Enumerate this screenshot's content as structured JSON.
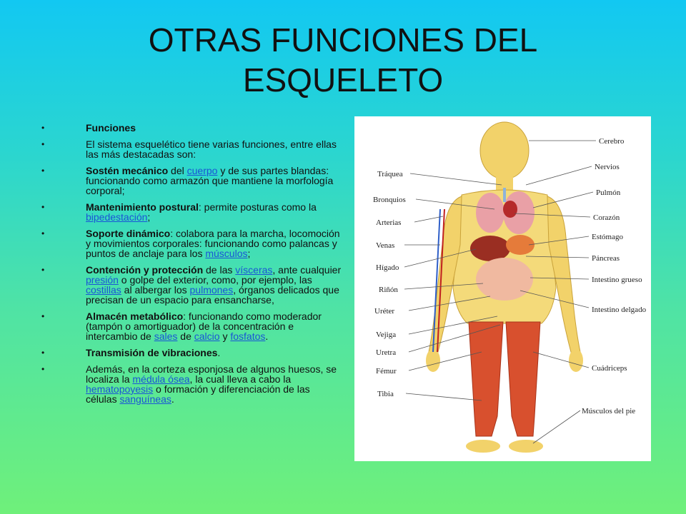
{
  "slide": {
    "title_line1": "OTRAS FUNCIONES DEL",
    "title_line2": "ESQUELETO"
  },
  "bullets": {
    "b1": {
      "bold": "Funciones"
    },
    "b2": {
      "text": "El sistema esquelético tiene varias funciones, entre ellas las más destacadas son:"
    },
    "b3": {
      "bold": "Sostén mecánico",
      "t1": " del ",
      "link1": "cuerpo",
      "t2": " y de sus partes blandas: funcionando como armazón que mantiene la morfología corporal;"
    },
    "b4": {
      "bold": "Mantenimiento postural",
      "t1": ": permite posturas como la ",
      "link1": "bipedestación",
      "t2": ";"
    },
    "b5": {
      "bold": "Soporte dinámico",
      "t1": ": colabora para la marcha, locomoción y movimientos corporales: funcionando como palancas y puntos de anclaje para los ",
      "link1": "músculos",
      "t2": ";"
    },
    "b6": {
      "bold": "Contención y protección",
      "t1": " de las ",
      "link1": "vísceras",
      "t2": ", ante cualquier ",
      "link2": "presión",
      "t3": " o golpe del exterior, como, por ejemplo, las ",
      "link3": "costillas",
      "t4": " al albergar los ",
      "link4": "pulmones",
      "t5": ", órganos delicados que precisan de un espacio para ensancharse,"
    },
    "b7": {
      "bold": "Almacén metabólico",
      "t1": ": funcionando como moderador (tampón o amortiguador) de la concentración e intercambio de ",
      "link1": "sales",
      "t2": " de ",
      "link2": "calcio",
      "t3": " y ",
      "link3": "fosfatos",
      "t4": "."
    },
    "b8": {
      "bold": "Transmisión de vibraciones",
      "t1": "."
    },
    "b9": {
      "t1": "Además, en la corteza esponjosa de algunos huesos, se localiza la ",
      "link1": "médula ósea",
      "t2": ", la cual lleva a cabo la ",
      "link2": "hematopoyesis",
      "t3": " o formación y diferenciación de las células ",
      "link3": "sanguíneas",
      "t4": "."
    }
  },
  "figure": {
    "labels_left": [
      "Tráquea",
      "Bronquios",
      "Arterias",
      "Venas",
      "Hígado",
      "Riñón",
      "Uréter",
      "Vejiga",
      "Uretra",
      "Fémur",
      "Tibia"
    ],
    "labels_right": [
      "Cerebro",
      "Nervios",
      "Pulmón",
      "Corazón",
      "Estómago",
      "Páncreas",
      "Intestino grueso",
      "Intestino delgado",
      "Cuádriceps",
      "Músculos del pie"
    ]
  }
}
